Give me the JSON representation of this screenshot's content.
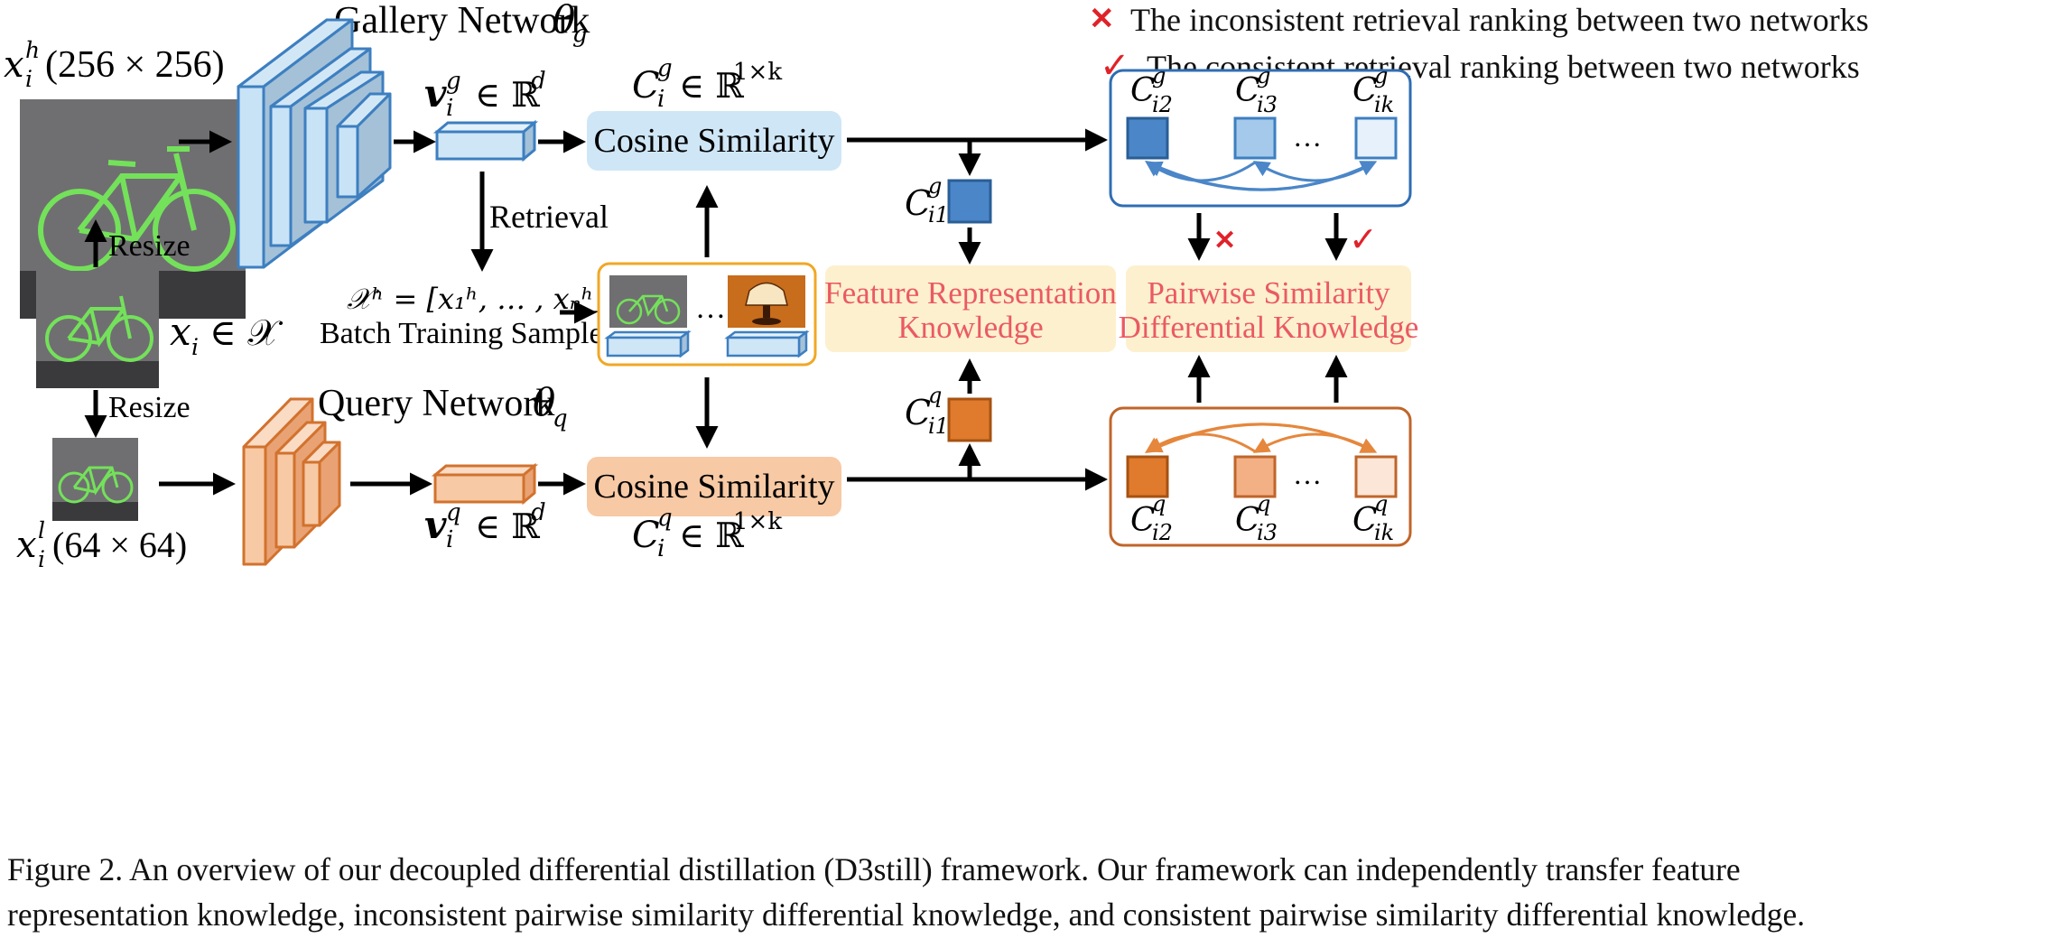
{
  "legend": {
    "inconsistent_mark": "✕",
    "inconsistent_text": "The inconsistent retrieval ranking between two networks",
    "consistent_mark": "✓",
    "consistent_text": "The consistent retrieval ranking between two networks"
  },
  "images": {
    "high_res_label": "(256 × 256)",
    "low_res_label": "(64 × 64)",
    "input_label_set": "∈ 𝒳",
    "resize_up": "Resize",
    "resize_down": "Resize"
  },
  "gallery_network": {
    "title": "Gallery Network",
    "theta_sub": "g",
    "feature_rest": "∈ ℝ",
    "feature_exp": "d",
    "sim_label": "Cosine Similarity",
    "sim_vector_rest": "∈ ℝ",
    "sim_vector_exp": "1×k"
  },
  "query_network": {
    "title": "Query Network",
    "theta_sub": "q",
    "feature_rest": "∈ ℝ",
    "feature_exp": "d",
    "sim_label": "Cosine Similarity",
    "sim_vector_rest": "∈ ℝ",
    "sim_vector_exp": "1×k"
  },
  "retrieval": {
    "label": "Retrieval",
    "batch_formula": "𝒳ʰ = [x₁ʰ, … , xₙʰ]",
    "batch_caption": "Batch Training Sample",
    "ellipsis": "…"
  },
  "knowledge": {
    "feature_line1": "Feature Representation",
    "feature_line2": "Knowledge",
    "pairwise_line1": "Pairwise Similarity",
    "pairwise_line2": "Differential Knowledge"
  },
  "rankings": {
    "gallery_items": [
      "i2",
      "i3",
      "ik"
    ],
    "query_items": [
      "i2",
      "i3",
      "ik"
    ],
    "ellipsis": "…",
    "single_index": "i1"
  },
  "colors": {
    "blue_accent": "#4a86c8",
    "blue_light": "#cfe6f6",
    "orange_accent": "#d9782f",
    "orange_light": "#f7c9a4",
    "knowledge_bg": "#fdf0cf",
    "knowledge_text": "#ea5a62",
    "mark_red": "#e0222a"
  },
  "caption": {
    "line1": "Figure 2. An overview of our decoupled differential distillation (D3still) framework. Our framework can independently transfer feature",
    "line2": "representation knowledge, inconsistent pairwise similarity differential knowledge, and consistent pairwise similarity differential knowledge."
  }
}
